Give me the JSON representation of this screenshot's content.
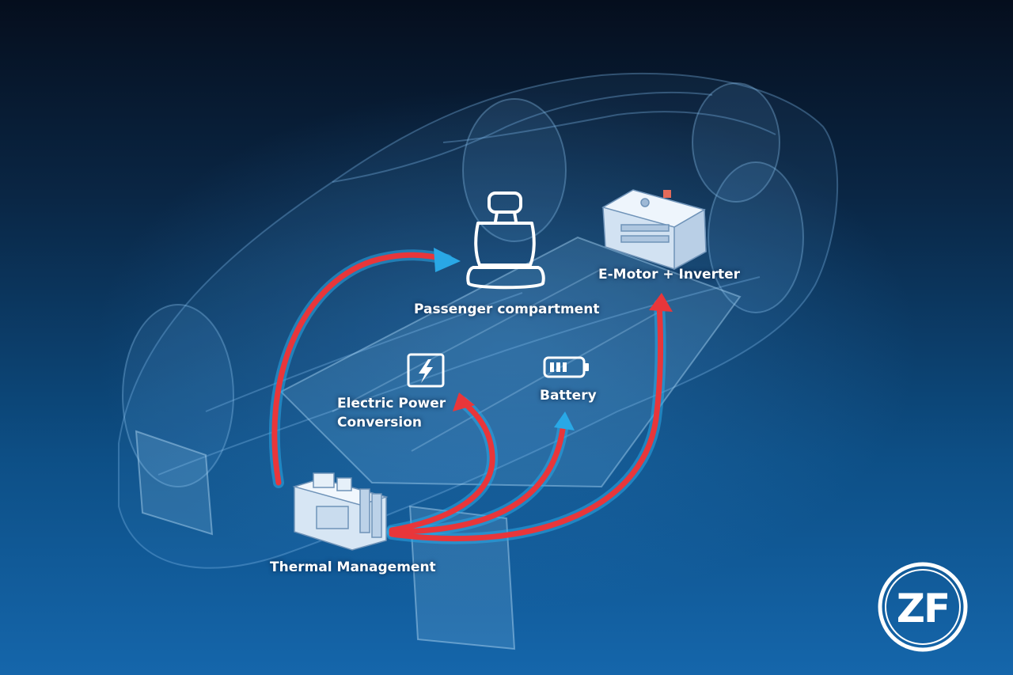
{
  "labels": {
    "passenger": "Passenger compartment",
    "emotor": "E-Motor + Inverter",
    "epc_line1": "Electric Power",
    "epc_line2": "Conversion",
    "battery": "Battery",
    "thermal": "Thermal Management"
  },
  "logo": {
    "text": "ZF"
  },
  "icons": {
    "seat": "seat-icon",
    "power": "lightning-bolt-icon",
    "battery": "battery-icon",
    "thermal": "thermal-module-icon",
    "emotor": "e-motor-inverter-icon"
  },
  "colors": {
    "flow_hot": "#e8363a",
    "flow_cold": "#29a8e6",
    "label_text": "#ffffff",
    "logo_ring": "#ffffff",
    "background_top": "#050e1d",
    "background_bottom": "#1566ab"
  },
  "flows": [
    {
      "from": "Thermal Management",
      "to": "Passenger compartment"
    },
    {
      "from": "Thermal Management",
      "to": "Electric Power Conversion"
    },
    {
      "from": "Thermal Management",
      "to": "Battery"
    },
    {
      "from": "Thermal Management",
      "to": "E-Motor + Inverter"
    }
  ]
}
